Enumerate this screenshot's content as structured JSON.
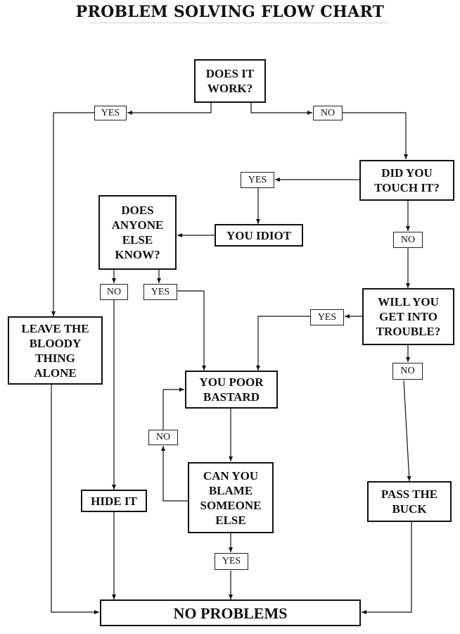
{
  "title": "PROBLEM SOLVING FLOW CHART",
  "nodes": {
    "does_it_work": "DOES IT\nWORK?",
    "did_you_touch_it": "DID YOU\nTOUCH IT?",
    "you_idiot": "YOU IDIOT",
    "does_anyone_else_know": "DOES\nANYONE\nELSE\nKNOW?",
    "will_you_get_into_trouble": "WILL YOU\nGET INTO\nTROUBLE?",
    "leave_the_bloody_thing_alone": "LEAVE THE\nBLOODY\nTHING\nALONE",
    "you_poor_bastard": "YOU POOR\nBASTARD",
    "can_you_blame_someone_else": "CAN YOU\nBLAME\nSOMEONE\nELSE",
    "hide_it": "HIDE IT",
    "pass_the_buck": "PASS THE\nBUCK",
    "no_problems": "NO PROBLEMS"
  },
  "labels": {
    "work_yes": "YES",
    "work_no": "NO",
    "touch_yes": "YES",
    "touch_no": "NO",
    "know_no": "NO",
    "know_yes": "YES",
    "trouble_yes": "YES",
    "trouble_no": "NO",
    "blame_no": "NO",
    "blame_yes": "YES"
  }
}
